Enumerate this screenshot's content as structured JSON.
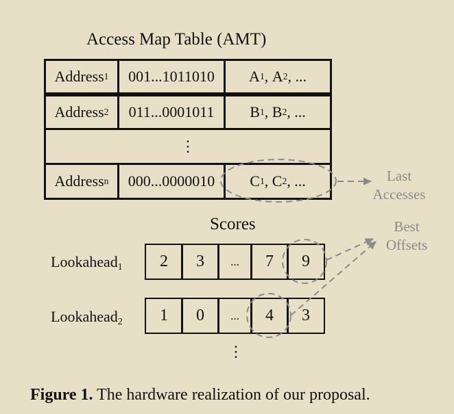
{
  "amt": {
    "title": "Access Map Table (AMT)",
    "rows": [
      {
        "label": "Address",
        "sub": "1",
        "bits": "001...1011010",
        "acc": "A",
        "acc2": "A",
        "acc_sub1": "1",
        "acc_sub2": "2",
        "tail": ", ..."
      },
      {
        "label": "Address",
        "sub": "2",
        "bits": "011...0001011",
        "acc": "B",
        "acc2": "B",
        "acc_sub1": "1",
        "acc_sub2": "2",
        "tail": ", ..."
      },
      {
        "label": "Address",
        "sub": "n",
        "bits": "000...0000010",
        "acc": "C",
        "acc2": "C",
        "acc_sub1": "1",
        "acc_sub2": "2",
        "tail": ", ..."
      }
    ],
    "ellipsis": "⋮"
  },
  "labels": {
    "last_accesses_1": "Last",
    "last_accesses_2": "Accesses",
    "best_offsets_1": "Best",
    "best_offsets_2": "Offsets"
  },
  "scores": {
    "title": "Scores",
    "rows": [
      {
        "label": "Lookahead",
        "sub": "1",
        "values": [
          "2",
          "3",
          "...",
          "7",
          "9"
        ]
      },
      {
        "label": "Lookahead",
        "sub": "2",
        "values": [
          "1",
          "0",
          "...",
          "4",
          "3"
        ]
      }
    ],
    "ellipsis": "⋮"
  },
  "caption": {
    "bold": "Figure 1.",
    "text": " The hardware realization of our proposal."
  },
  "colors": {
    "background": "#e7e0c6",
    "ink": "#111111",
    "gray_annotation": "#8a8a8a"
  }
}
